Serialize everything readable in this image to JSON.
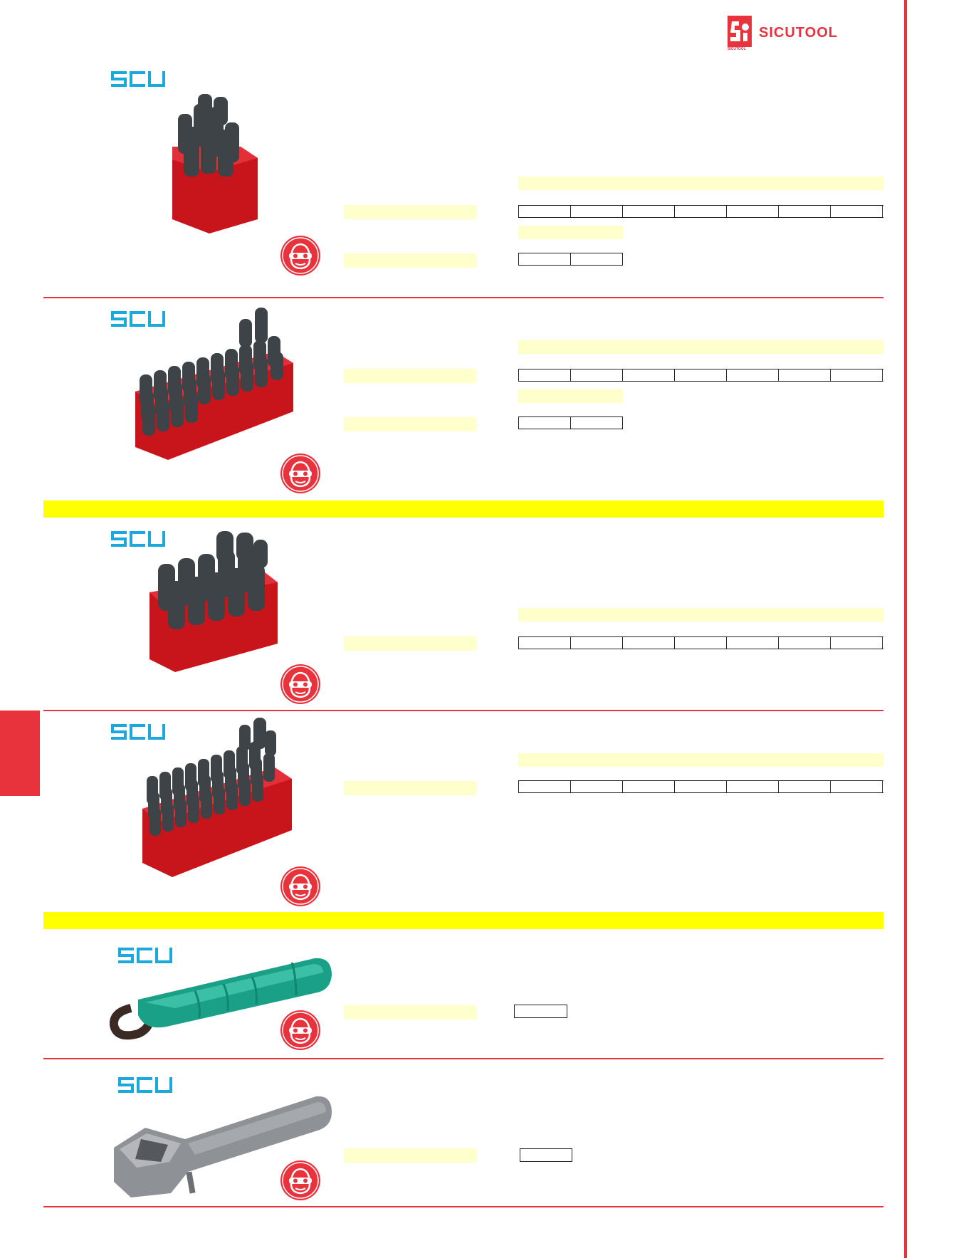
{
  "brand": {
    "name": "SICUTOOL",
    "sub": "SICUTOOL",
    "accent": "#e8323c"
  },
  "product_logo": {
    "text": "SCU",
    "color": "#1ba8dc"
  },
  "colors": {
    "label_fill": "#ffffcc",
    "band_yellow": "#ffff00",
    "rule_red": "#e8323c"
  },
  "products": [
    {
      "image": "number-punch-set-9-pieces"
    },
    {
      "image": "letter-punch-set-27-pieces"
    },
    {
      "image": "number-punch-set-13-pieces"
    },
    {
      "image": "letter-punch-set-31-pieces"
    },
    {
      "image": "green-rubber-punch-holder"
    },
    {
      "image": "metal-punch-holder"
    }
  ],
  "badges": {
    "icon": "safety-goggles-face-icon"
  }
}
